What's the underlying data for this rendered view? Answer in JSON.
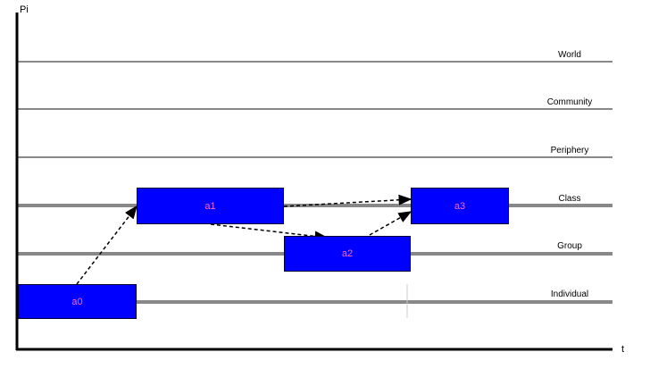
{
  "axes": {
    "y_label": "Pi",
    "x_label": "t"
  },
  "levels": [
    "World",
    "Community",
    "Periphery",
    "Class",
    "Group",
    "Individual"
  ],
  "activities": [
    {
      "label": "a0",
      "level": "Individual"
    },
    {
      "label": "a1",
      "level": "Class"
    },
    {
      "label": "a2",
      "level": "Group"
    },
    {
      "label": "a3",
      "level": "Class"
    }
  ],
  "transitions": [
    {
      "from": "a0",
      "to": "a1"
    },
    {
      "from": "a1",
      "to": "a3"
    },
    {
      "from": "a1",
      "to": "a2"
    },
    {
      "from": "a2",
      "to": "a3"
    }
  ],
  "colors": {
    "box_fill": "#0000ff",
    "box_label": "#ff66cc",
    "line": "#888888",
    "axis": "#000000"
  }
}
